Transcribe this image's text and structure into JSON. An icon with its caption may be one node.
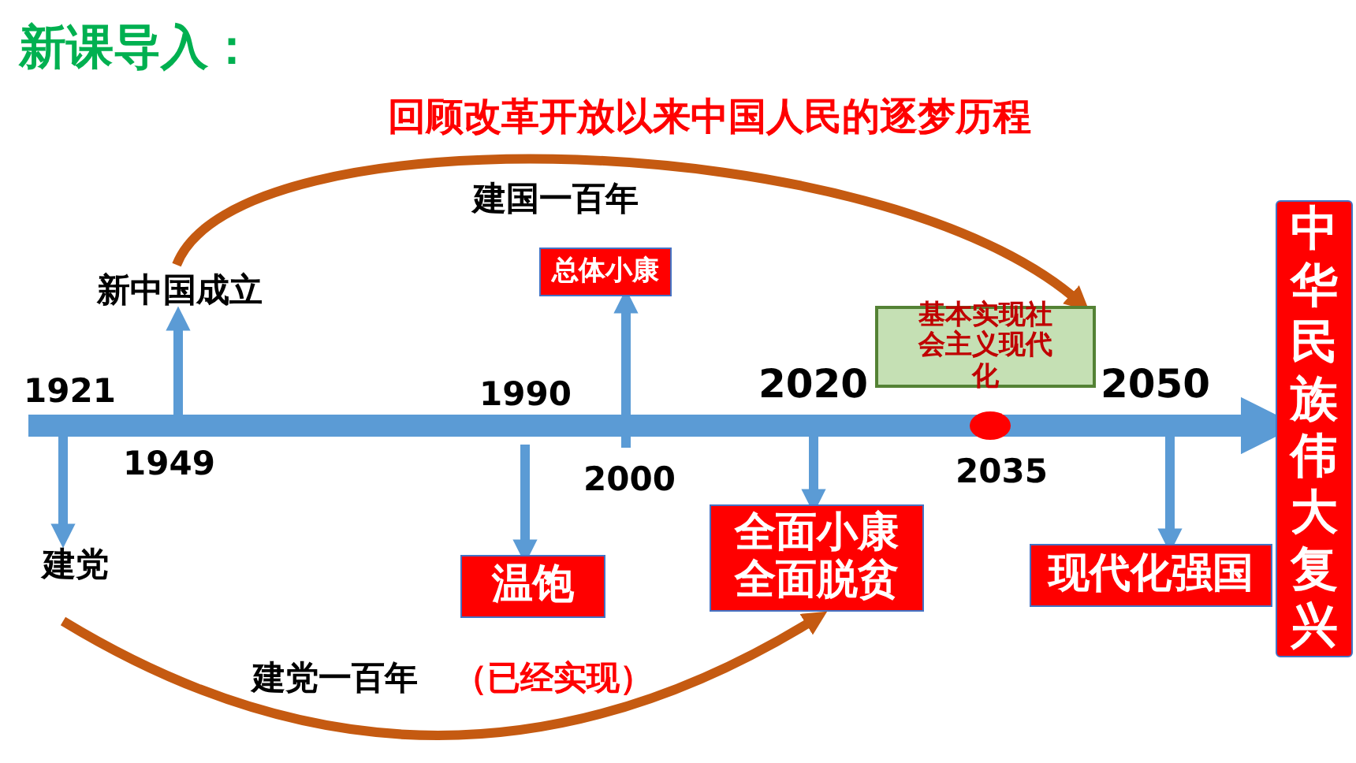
{
  "diagram": {
    "title": "新课导入：",
    "nodes": [
      {
        "text": [
          "新中国成立"
        ]
      },
      {
        "text": [
          "总体小康"
        ]
      },
      {
        "text": [
          "基本实现社会主义现代化"
        ]
      },
      {
        "text": [
          "建党"
        ]
      },
      {
        "text": [
          "温饱"
        ]
      },
      {
        "text": [
          "全面小康全面脱贫"
        ]
      },
      {
        "text": [
          "现代化强国"
        ]
      },
      {
        "text": [
          "中华民族伟大复兴"
        ]
      }
    ],
    "edges": [
      {
        "from": null,
        "to": 7,
        "arrow": "to",
        "style": "thick"
      },
      {
        "from": null,
        "to": 3,
        "arrow": "to"
      },
      {
        "from": null,
        "to": 0,
        "arrow": "to"
      },
      {
        "from": null,
        "to": 4,
        "arrow": "to"
      },
      {
        "from": null,
        "to": 1,
        "arrow": "to"
      },
      {
        "from": null,
        "to": 5,
        "arrow": "to"
      },
      {
        "from": null,
        "to": 6,
        "arrow": "to"
      },
      {
        "from": 0,
        "to": 2,
        "arrow": "to",
        "label": "建国一百年",
        "color": "#c55a11"
      },
      {
        "from": 3,
        "to": 5,
        "arrow": "to",
        "label": "建党一百年",
        "color": "#c55a11"
      }
    ],
    "labels": [
      "回顾改革开放以来中国人民的逐梦历程",
      "1921",
      "1949",
      "1990",
      "2000",
      "2020",
      "2035",
      "2050",
      "（已经实现）"
    ]
  }
}
